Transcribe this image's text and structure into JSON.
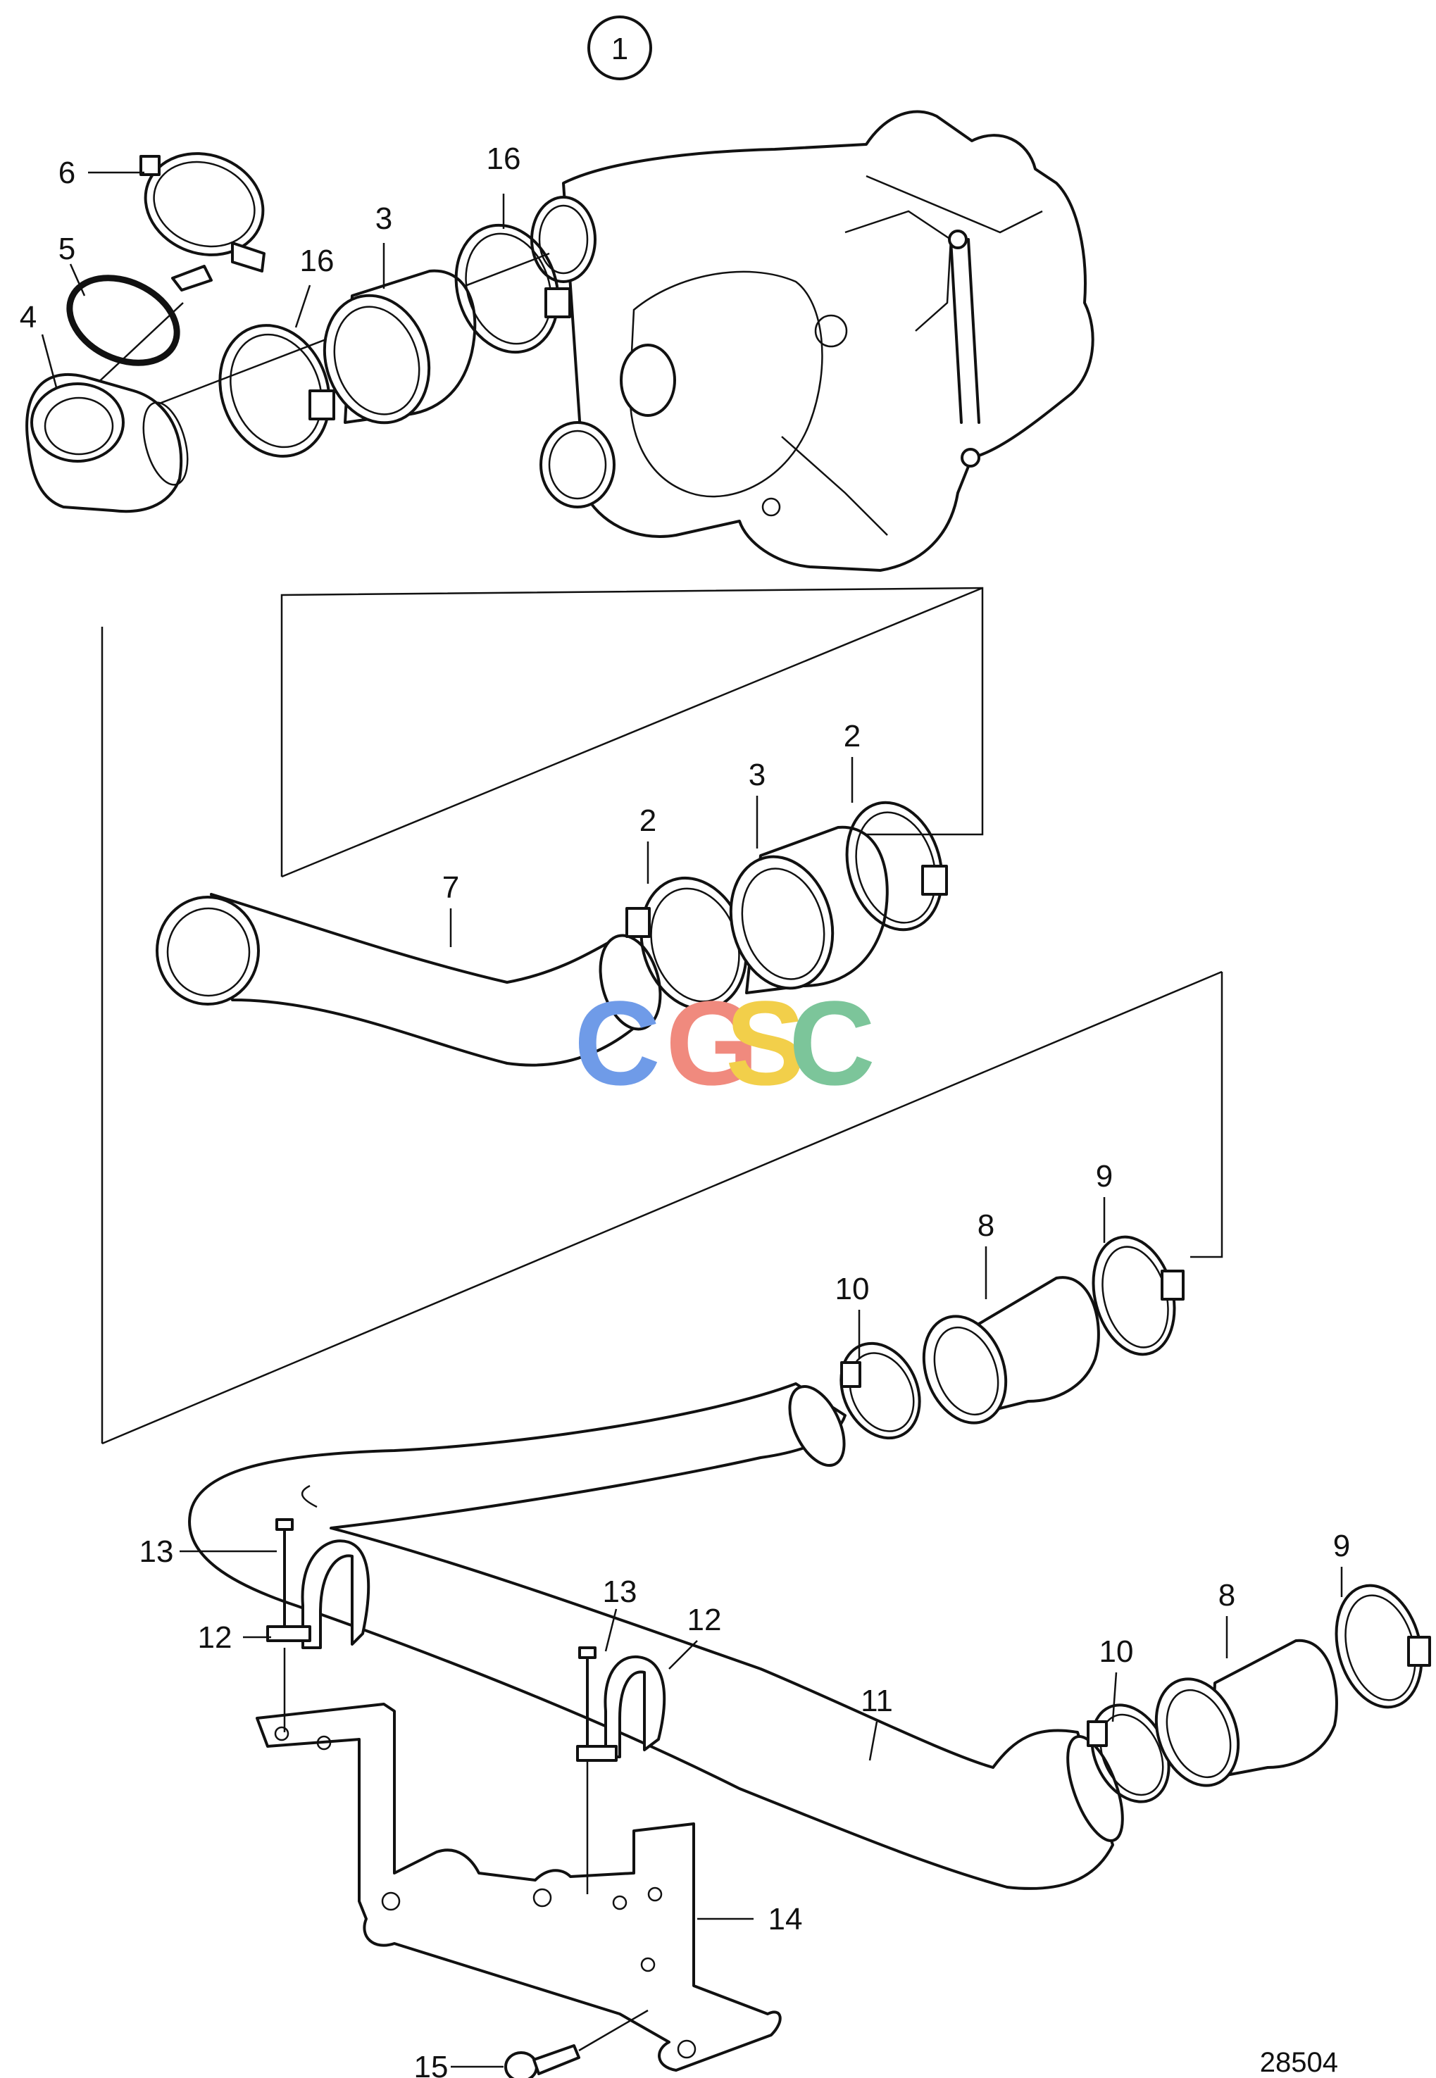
{
  "diagram": {
    "assembly_callout": "1",
    "figure_number": "28504",
    "watermark": {
      "letters": [
        "C",
        "G",
        "S",
        "C"
      ],
      "colors": [
        "#6f9be8",
        "#f08a7e",
        "#f2cf4a",
        "#7cc59a"
      ]
    },
    "callouts": {
      "c6": "6",
      "c5": "5",
      "c4": "4",
      "c16a": "16",
      "c3a": "3",
      "c16b": "16",
      "c2a": "2",
      "c3b": "3",
      "c2b": "2",
      "c7": "7",
      "c9a": "9",
      "c8a": "8",
      "c10a": "10",
      "c13a": "13",
      "c12a": "12",
      "c13b": "13",
      "c12b": "12",
      "c11": "11",
      "c10b": "10",
      "c8b": "8",
      "c9b": "9",
      "c14": "14",
      "c15": "15"
    }
  }
}
